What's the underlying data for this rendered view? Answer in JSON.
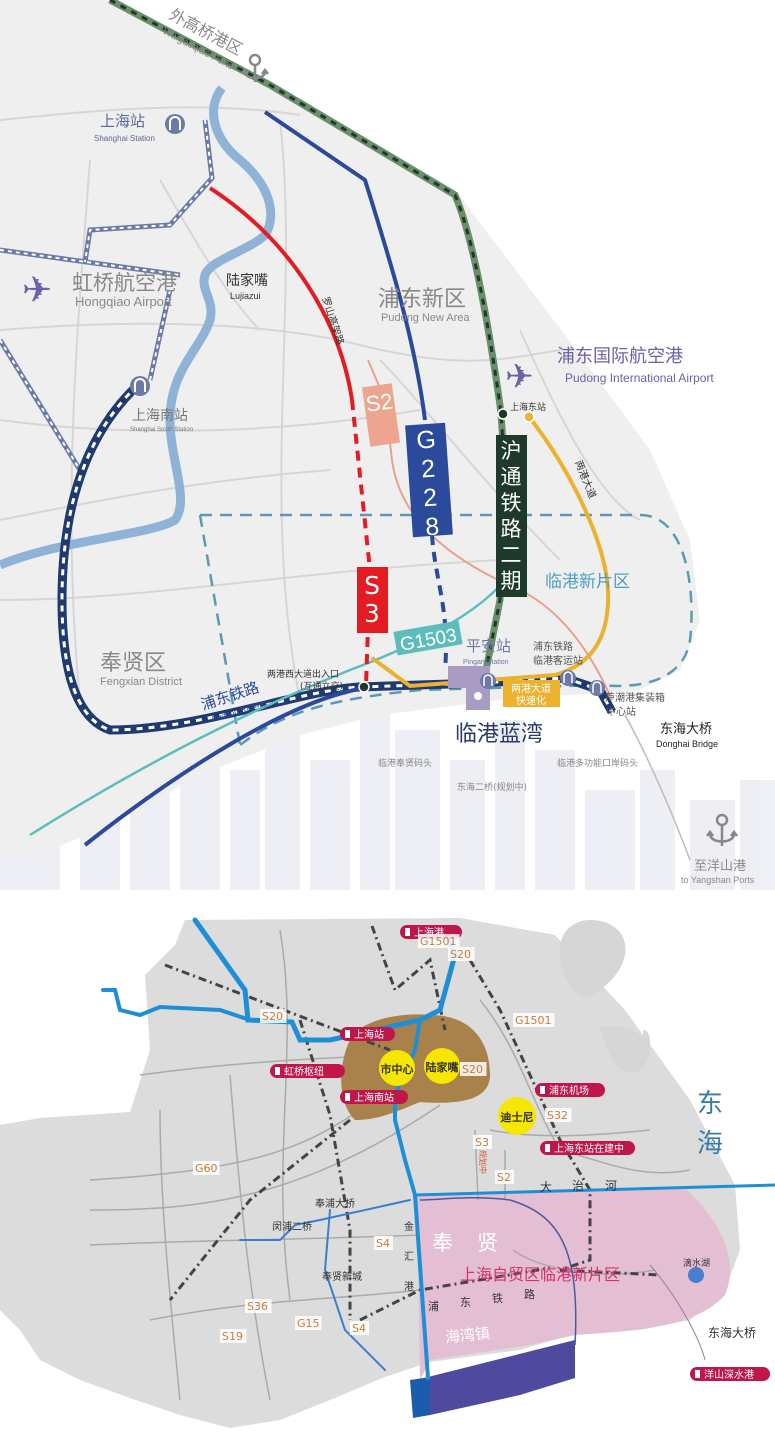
{
  "top_map": {
    "waigaoqiao": {
      "zh": "外高桥港区",
      "en": "Waigaoqiao Ports"
    },
    "shanghai_station": {
      "zh": "上海站",
      "en": "Shanghai Station"
    },
    "hongqiao": {
      "zh": "虹桥航空港",
      "en": "Hongqiao Airport"
    },
    "lujiazui": {
      "zh": "陆家嘴",
      "en": "Lujiazui"
    },
    "luoshan": "罗山高架路",
    "pudong_new_area": {
      "zh": "浦东新区",
      "en": "Pudong New Area"
    },
    "pudong_airport": {
      "zh": "浦东国际航空港",
      "en": "Pudong International Airport"
    },
    "shanghai_south": {
      "zh": "上海南站",
      "en": "Shanghai South Station"
    },
    "shanghai_east": "上海东站",
    "lianggang_road": "两港大道",
    "s2": "S2",
    "g228": "G228",
    "hutong": [
      "沪",
      "通",
      "铁",
      "路",
      "二",
      "期"
    ],
    "s3": "S3",
    "lingang_new_area": "临港新片区",
    "g1503": "G1503",
    "pingan": {
      "zh": "平安站",
      "en": "Pingan Station"
    },
    "pudong_rail_lingang": [
      "浦东铁路",
      "临港客运站"
    ],
    "container_center": [
      "芦潮港集装箱",
      "中心站"
    ],
    "lianggang_express": [
      "两港大道",
      "快速化"
    ],
    "fengxian": {
      "zh": "奉贤区",
      "en": "Fengxian District"
    },
    "west_exit": [
      "两港西大道出入口",
      "(互通立交)"
    ],
    "pudong_railway": {
      "zh": "浦东铁路",
      "en": "Pudong Railway"
    },
    "lingang_bay": "临港蓝湾",
    "donghai_bridge": {
      "zh": "东海大桥",
      "en": "Donghai Bridge"
    },
    "fengxian_wharf": "临港奉贤码头",
    "multi_wharf": "临港多功能口岸码头",
    "donghai_bridge2": "东海二桥(规划中)",
    "yangshan": {
      "zh": "至洋山港",
      "en": "to Yangshan Ports"
    }
  },
  "bottom_map": {
    "pills": {
      "shanghai_port": "上海港",
      "shanghai_station": "上海站",
      "hongqiao_hub": "虹桥枢纽",
      "shanghai_south": "上海南站",
      "pudong_airport": "浦东机场",
      "shanghai_east": "上海东站在建中",
      "yangshan": "洋山深水港"
    },
    "roads": {
      "g1501_a": "G1501",
      "s20_a": "S20",
      "s20_b": "S20",
      "s20_c": "S20",
      "g1501_b": "G1501",
      "s32": "S32",
      "s3": "S3",
      "s2": "S2",
      "g60": "G60",
      "s4_a": "S4",
      "s4_b": "S4",
      "s36": "S36",
      "s19": "S19",
      "g15": "G15"
    },
    "s3_note": "规划中",
    "city_center": "市中心",
    "lujiazui": "陆家嘴",
    "disney": "迪士尼",
    "east_sea": [
      "东",
      "海"
    ],
    "dazhi_river": [
      "大",
      "治",
      "河"
    ],
    "fengpu_bridge": "奉浦大桥",
    "minpu_bridge": "闵浦二桥",
    "fengxian_newcity": "奉贤新城",
    "jinhui_port": [
      "金",
      "汇",
      "港"
    ],
    "fengxian": [
      "奉",
      "贤"
    ],
    "ftz_lingang": "上海自贸区临港新片区",
    "pudong_railway": [
      "浦",
      "东",
      "铁",
      "路"
    ],
    "haiwan": "海湾镇",
    "dishui_lake": "滴水湖",
    "donghai_bridge": "东海大桥"
  },
  "colors": {
    "red_line": "#e31b23",
    "g228": "#2b4a9c",
    "hutong": "#1d3a2a",
    "yellow": "#eab22e",
    "teal": "#5dbdbc",
    "pill": "#c0174a",
    "pink_zone": "#e4bfd3",
    "haiwan": "#4f4a9e",
    "river": "#1e8fd6"
  }
}
